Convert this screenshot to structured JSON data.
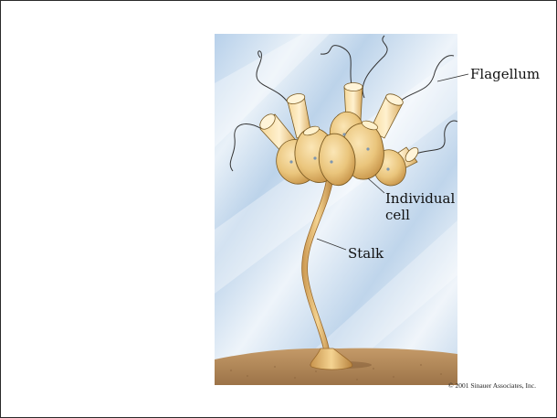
{
  "figure": {
    "labels": {
      "flagellum": "Flagellum",
      "individual_cell_line1": "Individual",
      "individual_cell_line2": "cell",
      "stalk": "Stalk"
    },
    "copyright": "© 2001 Sinauer Associates, Inc."
  },
  "colors": {
    "sky": "#c9dcef",
    "ground": "#b48a5e",
    "cell_fill": "#e8c27a",
    "cell_outline": "#7a5a22",
    "flagellum": "#333333"
  }
}
